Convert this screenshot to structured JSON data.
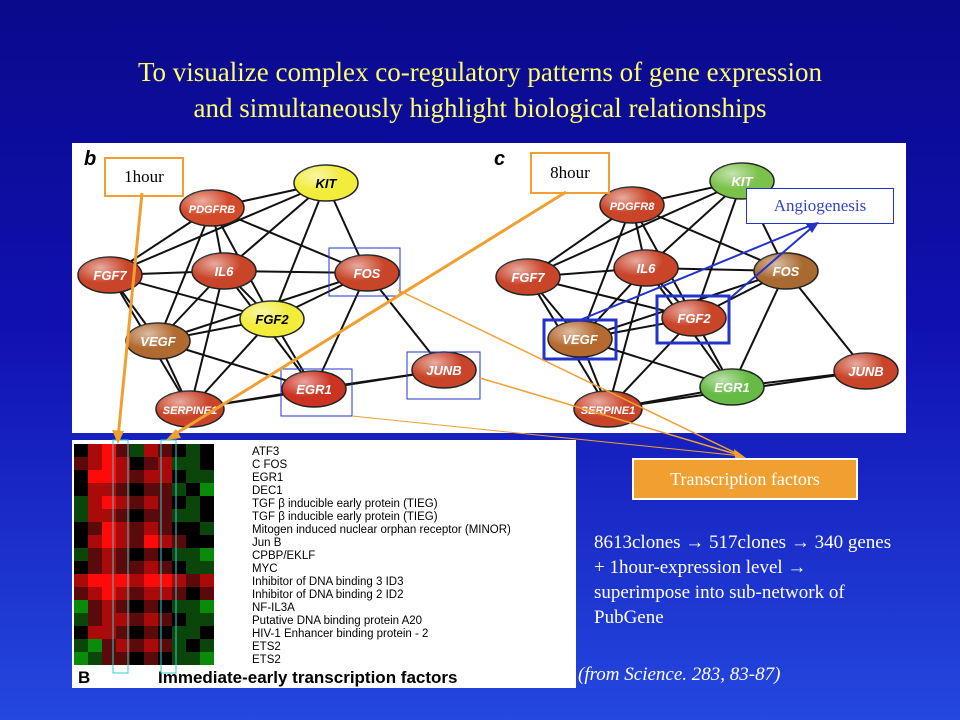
{
  "title": {
    "line1": "To visualize complex co-regulatory patterns of gene expression",
    "line2": "and simultaneously highlight biological relationships"
  },
  "panels": {
    "left_letter": "b",
    "right_letter": "c",
    "label_1hour": "1hour",
    "label_8hour": "8hour",
    "angiogenesis": "Angiogenesis",
    "transcription_factors": "Transcription factors"
  },
  "genes": [
    "KIT",
    "PDGFRB",
    "IL6",
    "FOS",
    "FGF7",
    "FGF2",
    "VEGF",
    "EGR1",
    "JUNB",
    "SERPINE1"
  ],
  "right_gene_labels": {
    "PDGFRB": "PDGFR8"
  },
  "network_left_colors": {
    "KIT": "#f2ec3a",
    "PDGFRB": "#d24a2a",
    "IL6": "#c9452a",
    "FOS": "#c9452a",
    "FGF7": "#c9452a",
    "FGF2": "#f2ec3a",
    "VEGF": "#b06a30",
    "EGR1": "#cc3322",
    "JUNB": "#c9452a",
    "SERPINE1": "#c9452a"
  },
  "network_right_colors": {
    "KIT": "#7cc24a",
    "PDGFRB": "#c9452a",
    "IL6": "#c9452a",
    "FOS": "#a86a30",
    "FGF7": "#c9452a",
    "FGF2": "#c9452a",
    "VEGF": "#b56a30",
    "EGR1": "#66bb44",
    "JUNB": "#c9452a",
    "SERPINE1": "#c9452a"
  },
  "heatmap": {
    "genes": [
      "ATF3",
      "C FOS",
      "EGR1",
      "DEC1",
      "TGF β inducible early protein (TIEG)",
      "TGF β inducible early protein (TIEG)",
      "Mitogen induced nuclear orphan receptor (MINOR)",
      "Jun B",
      "CPBP/EKLF",
      "MYC",
      "Inhibitor of DNA binding 3 ID3",
      "Inhibitor of DNA binding 2 ID2",
      "NF-IL3A",
      "Putative DNA binding protein A20",
      "HIV-1 Enhancer binding protein - 2",
      "ETS2",
      "ETS2"
    ],
    "panel_letter": "B",
    "caption": "Immediate-early transcription factors",
    "colors": {
      "red": "#ff2020",
      "green": "#20d020",
      "black": "#000000"
    }
  },
  "description": "8613clones → 517clones → 340 genes + 1hour-expression level → superimpose into sub-network of PubGene",
  "reference": "(from Science. 283, 83-87)",
  "colors": {
    "title": "#ffff66",
    "callout": "#f0a030",
    "highlight_blue": "#2233cc"
  }
}
